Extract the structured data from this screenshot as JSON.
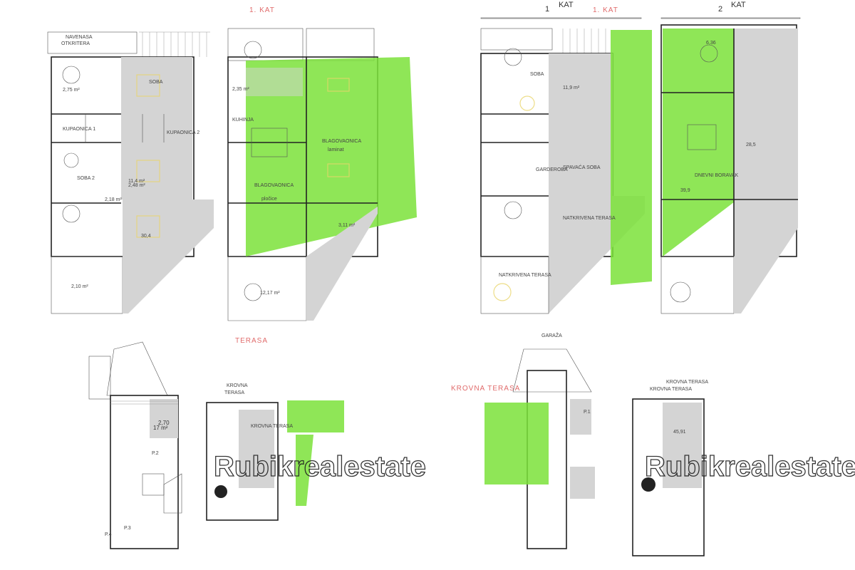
{
  "floor_headings": {
    "kat1_left": "1. KAT",
    "kat1_right_a": "1",
    "kat1_right_b": "KAT",
    "kat2_right_a": "2",
    "kat2_right_b": "KAT",
    "kat1_red_right": "1. KAT"
  },
  "terrace_labels": {
    "navenasa": "NAVENASA",
    "otkritera": "OTKRITERA",
    "terasa_red": "TERASA",
    "krovna_terasa": "KROVNA TERASA",
    "krovna_terasa_left_a": "KROVNA",
    "krovna_terasa_left_b": "TERASA",
    "krovna_terasa_right_a": "KROVNA TERASA",
    "krovna_terasa_right_b": "KROVNA TERASA",
    "natkrivena_terasa": "NATKRIVENA TERASA",
    "natkrivena_terasa_2": "NATKRIVENA TERASA"
  },
  "room_labels": {
    "kupaonica_1": "KUPAONICA 1",
    "kupaonica_2": "KUPAONICA 2",
    "soba_1": "SOBA",
    "soba_2": "SOBA 2",
    "spavaca_soba": "SPAVAĆA SOBA",
    "blagovaonica": "BLAGOVAONICA",
    "dnevni_boravak": "DNEVNI BORAVAK",
    "garderoba": "GARDEROBA",
    "garaza": "GARAŽA",
    "plocice": "pločice",
    "laminat": "laminat",
    "kuhinja": "KUHINJA"
  },
  "areas": {
    "a1": "2,75 m²",
    "a2": "11,4 m²",
    "a3": "2,48 m²",
    "a4": "2,18 m²",
    "a5": "30,4",
    "a6": "2,10 m²",
    "a7": "12,17 m²",
    "a8": "2,35 m²",
    "a9": "3,11 m²",
    "a10": "11,9 m²",
    "a11": "28,5",
    "a12": "39,9",
    "a13": "45,91",
    "a14": "6,36",
    "a15": "17 m²",
    "a16": "2,70"
  },
  "markers": {
    "p1": "P.1",
    "p2": "P.2",
    "p3": "P.3",
    "p4": "P.4"
  },
  "watermark": {
    "left": "Rubikrealestate",
    "right": "Rubikrealestate"
  }
}
